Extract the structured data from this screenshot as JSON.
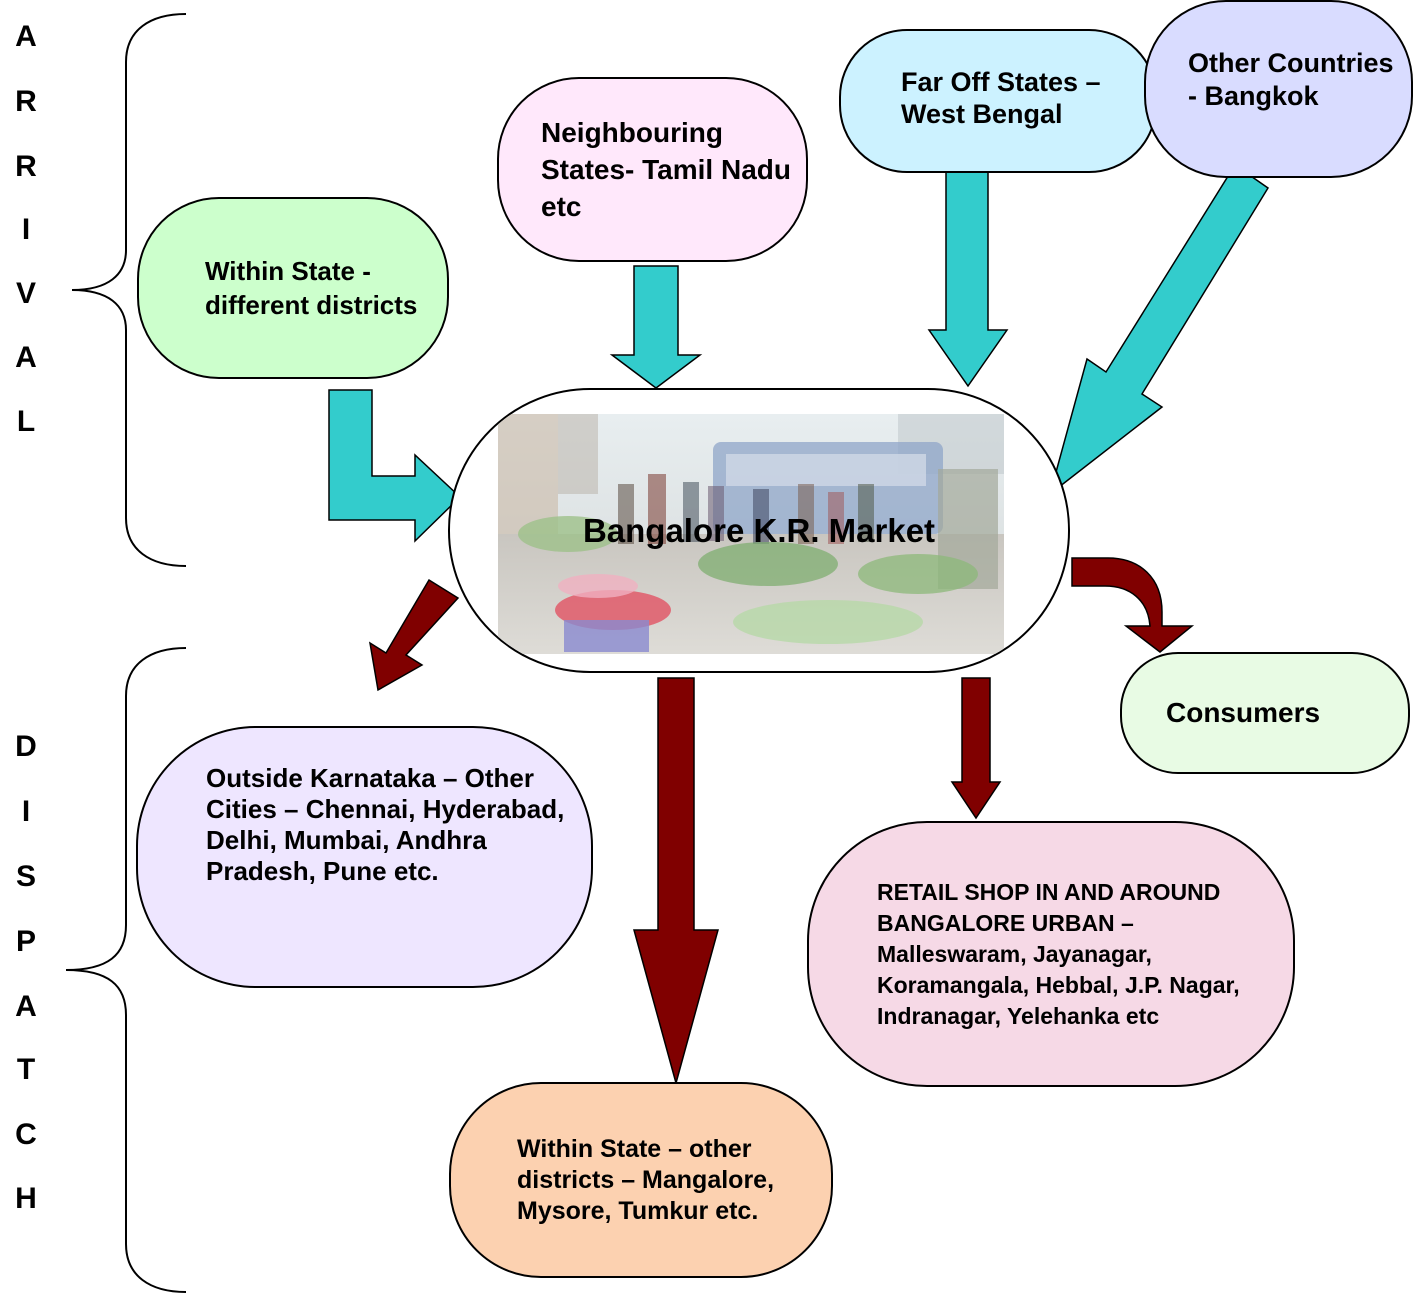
{
  "sections": {
    "arrival_letters": [
      "A",
      "R",
      "R",
      "I",
      "V",
      "A",
      "L"
    ],
    "dispatch_letters": [
      "D",
      "I",
      "S",
      "P",
      "A",
      "T",
      "C",
      "H"
    ]
  },
  "nodes": {
    "within_state_arrival": "Within State - different districts",
    "neighbouring_states": "Neighbouring States- Tamil Nadu etc",
    "far_off_states": "Far Off States –West Bengal",
    "other_countries": "Other Countries - Bangkok",
    "market": "Bangalore K.R. Market",
    "consumers": "Consumers",
    "outside_karnataka": "Outside Karnataka – Other Cities – Chennai, Hyderabad, Delhi, Mumbai, Andhra Pradesh, Pune etc.",
    "retail_shop": "RETAIL SHOP IN AND AROUND BANGALORE URBAN – Malleswaram, Jayanagar, Koramangala, Hebbal, J.P. Nagar, Indranagar, Yelehanka etc",
    "within_state_dispatch": "Within State – other districts – Mangalore, Mysore, Tumkur etc."
  },
  "colors": {
    "arrival_arrow": "#33cccc",
    "dispatch_arrow": "#800000"
  }
}
